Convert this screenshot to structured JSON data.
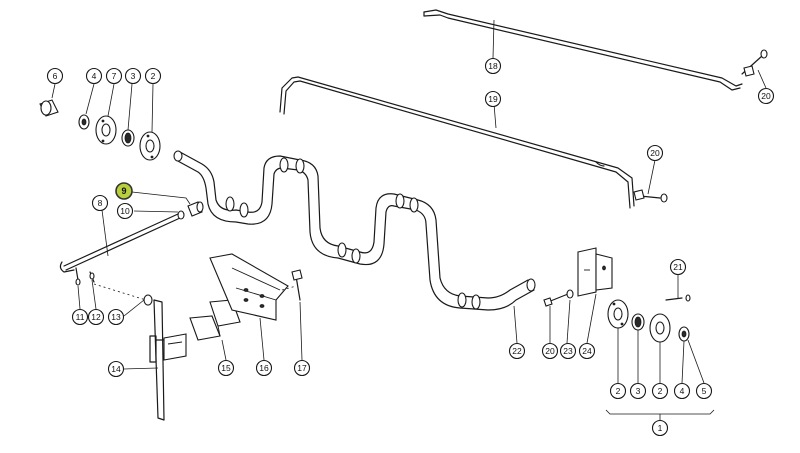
{
  "colors": {
    "line": "#1a1a1a",
    "highlight": "#b9cf3e",
    "background": "#ffffff"
  },
  "callouts": [
    {
      "id": "c6a",
      "label": "6",
      "highlight": false
    },
    {
      "id": "c4a",
      "label": "4",
      "highlight": false
    },
    {
      "id": "c7a",
      "label": "7",
      "highlight": false
    },
    {
      "id": "c3a",
      "label": "3",
      "highlight": false
    },
    {
      "id": "c2a",
      "label": "2",
      "highlight": false
    },
    {
      "id": "c9",
      "label": "9",
      "highlight": true
    },
    {
      "id": "c10",
      "label": "10",
      "highlight": false
    },
    {
      "id": "c8",
      "label": "8",
      "highlight": false
    },
    {
      "id": "c11",
      "label": "11",
      "highlight": false
    },
    {
      "id": "c12",
      "label": "12",
      "highlight": false
    },
    {
      "id": "c13",
      "label": "13",
      "highlight": false
    },
    {
      "id": "c14",
      "label": "14",
      "highlight": false
    },
    {
      "id": "c15",
      "label": "15",
      "highlight": false
    },
    {
      "id": "c16",
      "label": "16",
      "highlight": false
    },
    {
      "id": "c17",
      "label": "17",
      "highlight": false
    },
    {
      "id": "c18",
      "label": "18",
      "highlight": false
    },
    {
      "id": "c19",
      "label": "19",
      "highlight": false
    },
    {
      "id": "c20a",
      "label": "20",
      "highlight": false
    },
    {
      "id": "c20b",
      "label": "20",
      "highlight": false
    },
    {
      "id": "c20c",
      "label": "20",
      "highlight": false
    },
    {
      "id": "c21",
      "label": "21",
      "highlight": false
    },
    {
      "id": "c22",
      "label": "22",
      "highlight": false
    },
    {
      "id": "c23",
      "label": "23",
      "highlight": false
    },
    {
      "id": "c24",
      "label": "24",
      "highlight": false
    },
    {
      "id": "c2b",
      "label": "2",
      "highlight": false
    },
    {
      "id": "c3b",
      "label": "3",
      "highlight": false
    },
    {
      "id": "c2c",
      "label": "2",
      "highlight": false
    },
    {
      "id": "c4b",
      "label": "4",
      "highlight": false
    },
    {
      "id": "c5",
      "label": "5",
      "highlight": false
    },
    {
      "id": "c1",
      "label": "1",
      "highlight": false
    }
  ]
}
